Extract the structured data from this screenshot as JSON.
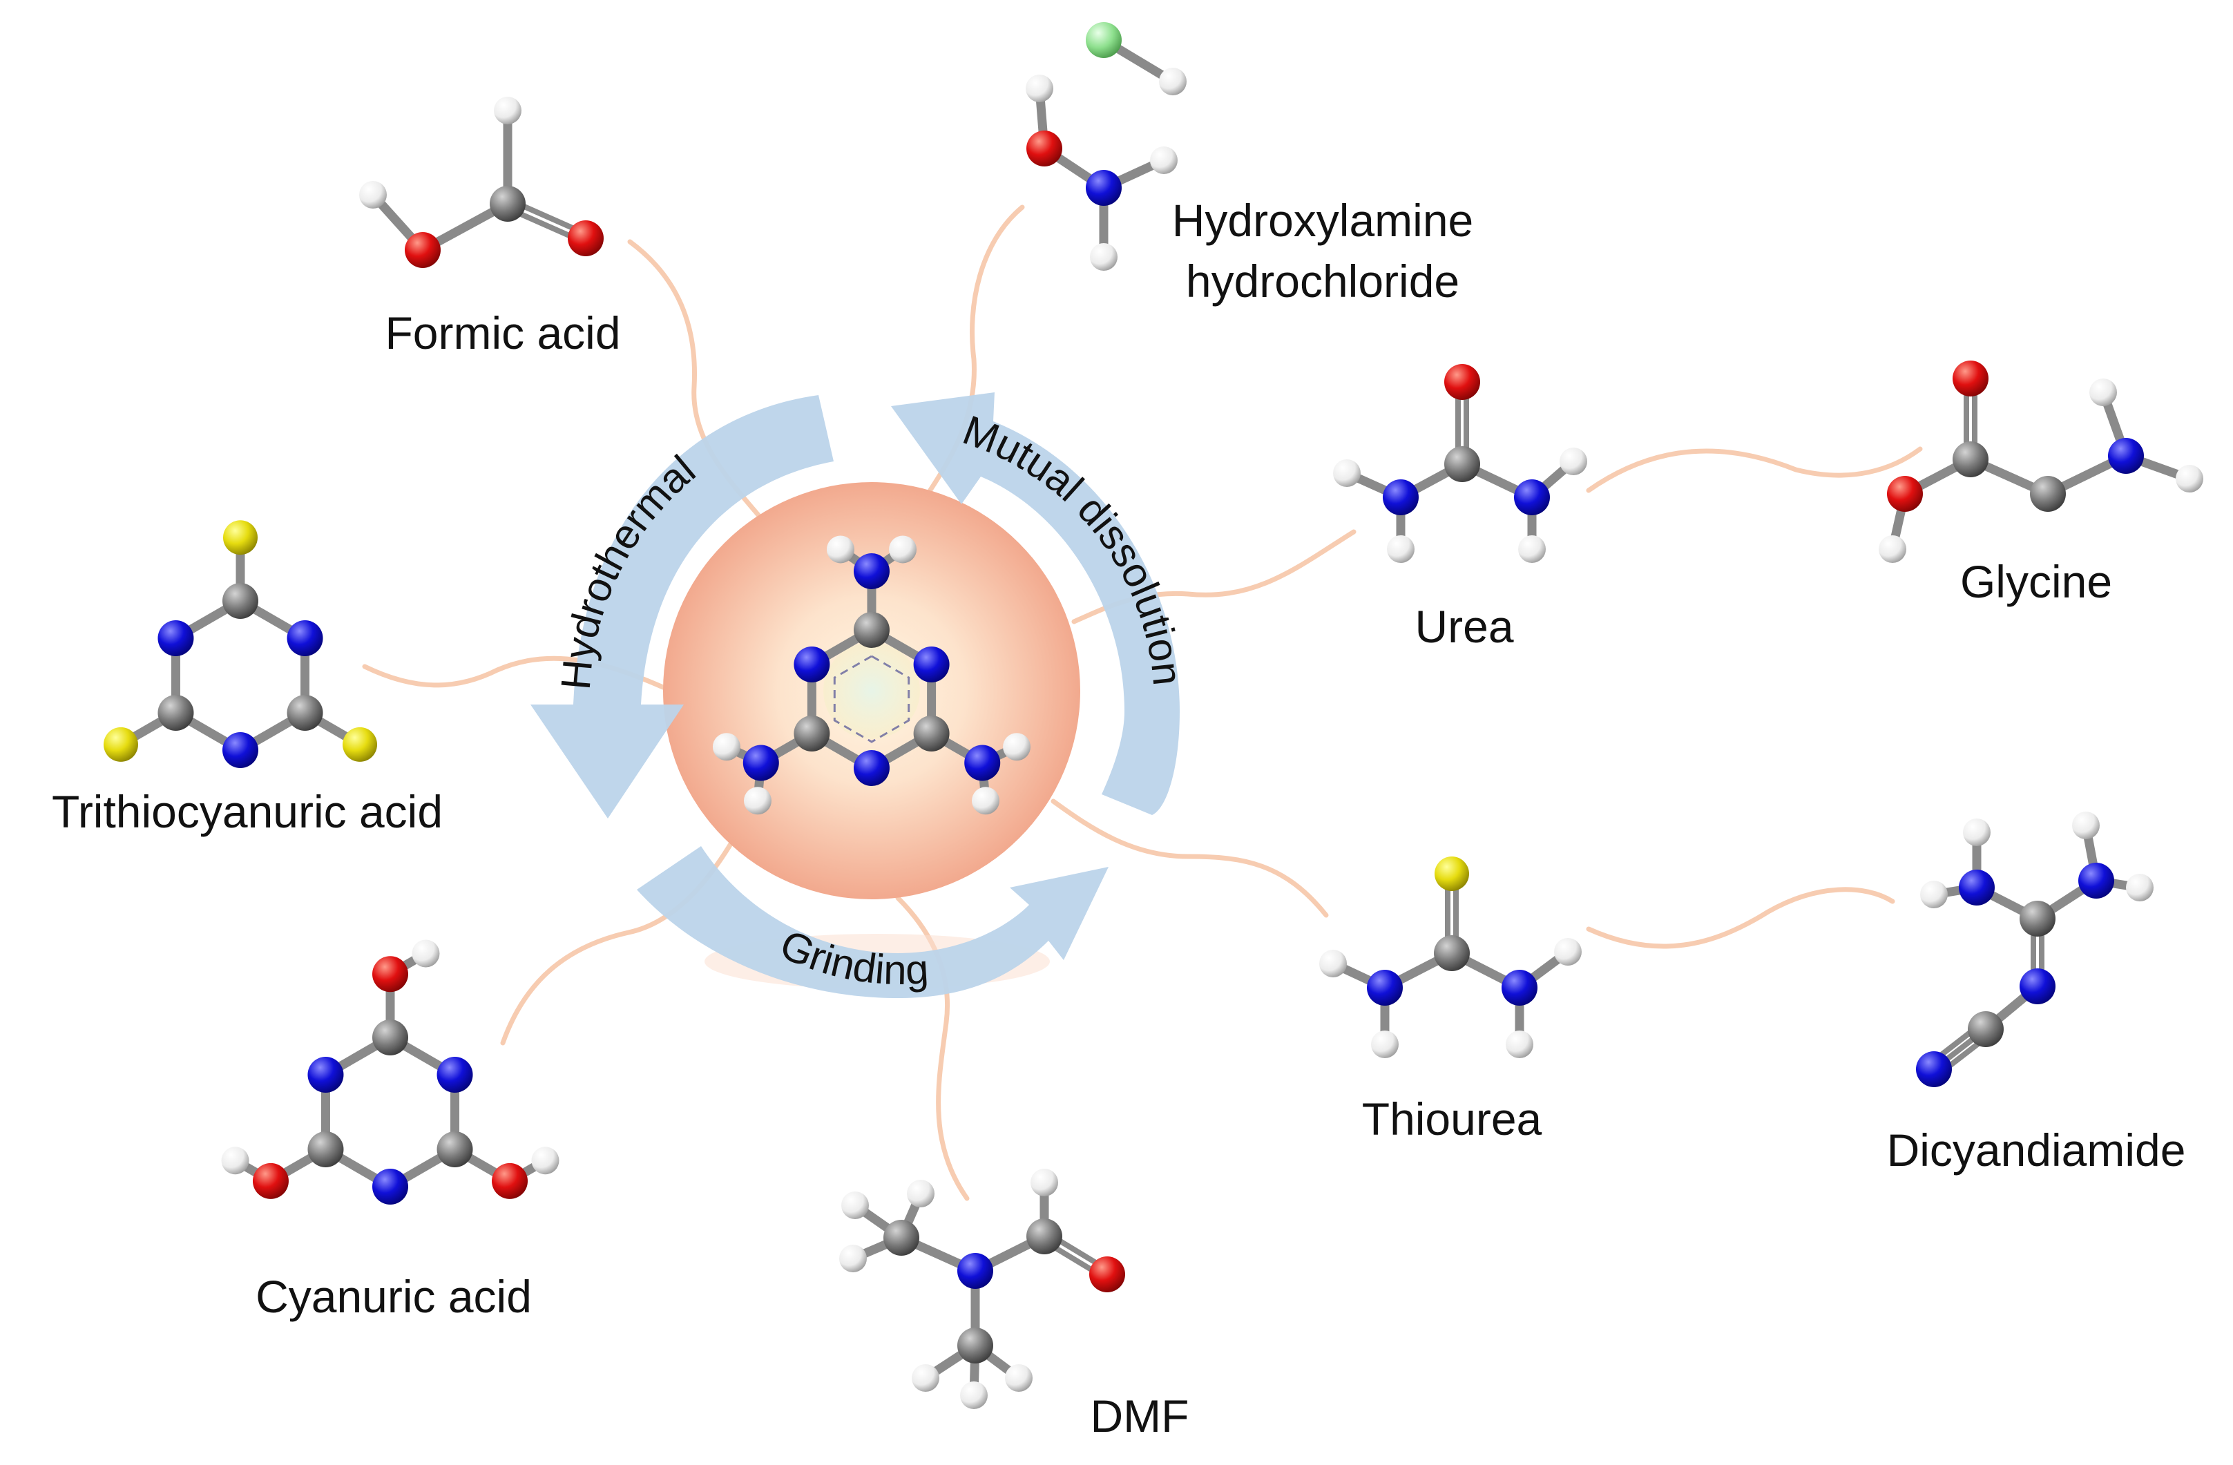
{
  "colors": {
    "carbon": "#7a7a7a",
    "nitrogen": "#1010d8",
    "oxygen": "#e01010",
    "hydrogen": "#f4f4f4",
    "sulfur": "#e6dc10",
    "chlorine": "#8ee08e",
    "core_glow": "#f5b49a",
    "connector": "#f6c6a8",
    "process_arrow": "#bcd4ea"
  },
  "center": {
    "molecule": "melamine"
  },
  "processes": [
    {
      "id": "hydrothermal",
      "label": "Hydrothermal"
    },
    {
      "id": "mutual-dissolution",
      "label": "Mutual dissolution"
    },
    {
      "id": "grinding",
      "label": "Grinding"
    }
  ],
  "molecules": [
    {
      "id": "formic-acid",
      "label_lines": [
        "Formic acid"
      ]
    },
    {
      "id": "hydroxylamine-hydrochloride",
      "label_lines": [
        "Hydroxylamine",
        "hydrochloride"
      ]
    },
    {
      "id": "urea",
      "label_lines": [
        "Urea"
      ]
    },
    {
      "id": "glycine",
      "label_lines": [
        "Glycine"
      ]
    },
    {
      "id": "trithiocyanuric-acid",
      "label_lines": [
        "Trithiocyanuric acid"
      ]
    },
    {
      "id": "thiourea",
      "label_lines": [
        "Thiourea"
      ]
    },
    {
      "id": "dicyandiamide",
      "label_lines": [
        "Dicyandiamide"
      ]
    },
    {
      "id": "cyanuric-acid",
      "label_lines": [
        "Cyanuric acid"
      ]
    },
    {
      "id": "dmf",
      "label_lines": [
        "DMF"
      ]
    }
  ]
}
